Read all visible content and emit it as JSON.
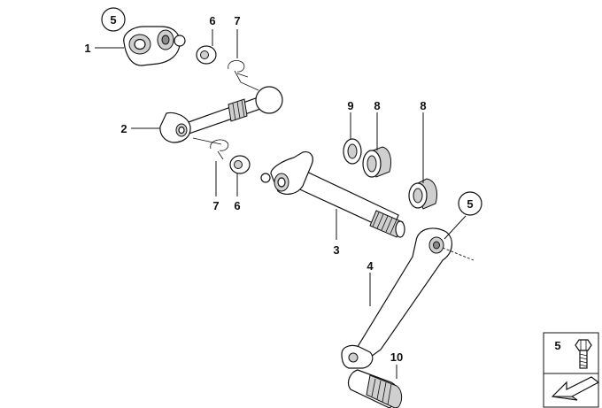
{
  "diagram": {
    "callouts": [
      {
        "id": "c1",
        "text": "1"
      },
      {
        "id": "c5a",
        "text": "5"
      },
      {
        "id": "c6a",
        "text": "6"
      },
      {
        "id": "c7a",
        "text": "7"
      },
      {
        "id": "c2",
        "text": "2"
      },
      {
        "id": "c7b",
        "text": "7"
      },
      {
        "id": "c6b",
        "text": "6"
      },
      {
        "id": "c9",
        "text": "9"
      },
      {
        "id": "c8a",
        "text": "8"
      },
      {
        "id": "c8b",
        "text": "8"
      },
      {
        "id": "c5b",
        "text": "5"
      },
      {
        "id": "c3",
        "text": "3"
      },
      {
        "id": "c4",
        "text": "4"
      },
      {
        "id": "c10",
        "text": "10"
      },
      {
        "id": "c5c",
        "text": "5"
      }
    ]
  },
  "colors": {
    "line": "#111111",
    "shade": "#cfcfcf",
    "dark": "#8a8a8a",
    "background": "#ffffff"
  }
}
